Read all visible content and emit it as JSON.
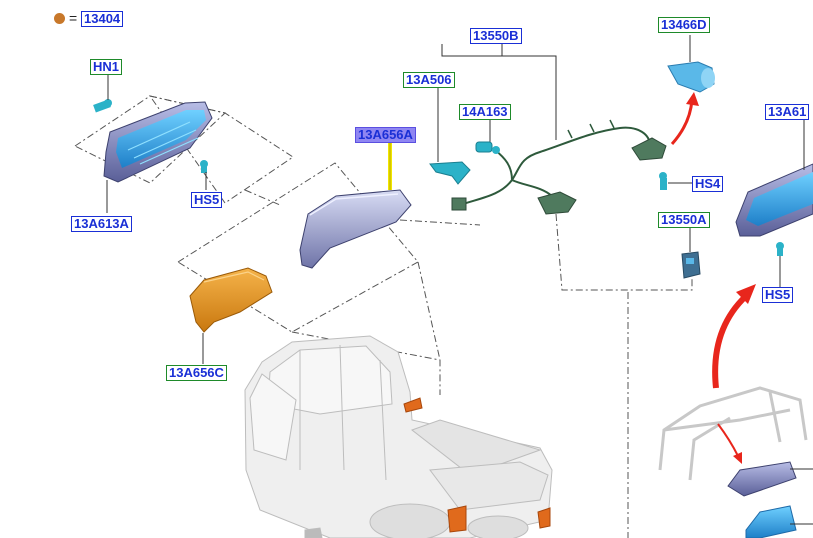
{
  "legend": {
    "dot_color": "#c8782a",
    "equals": "=",
    "code": "13404"
  },
  "callouts": {
    "hn1": "HN1",
    "a13a613a": "13A613A",
    "hs5_left": "HS5",
    "a13550b": "13550B",
    "a13a506": "13A506",
    "a14a163": "14A163",
    "a13a656a": "13A656A",
    "a13466d": "13466D",
    "hs4": "HS4",
    "a13550a": "13550A",
    "a13a61": "13A61",
    "hs5_right": "HS5",
    "a13a656c": "13A656C"
  },
  "colors": {
    "label_text": "#1a2fd6",
    "green_border": "#1e8a2a",
    "selected_fill": "#8f86f2",
    "lamp_blue": "#2aa8e8",
    "cover_orange": "#e0901c",
    "arrow_red": "#e8261c",
    "leader_yellow": "#f2e600"
  }
}
